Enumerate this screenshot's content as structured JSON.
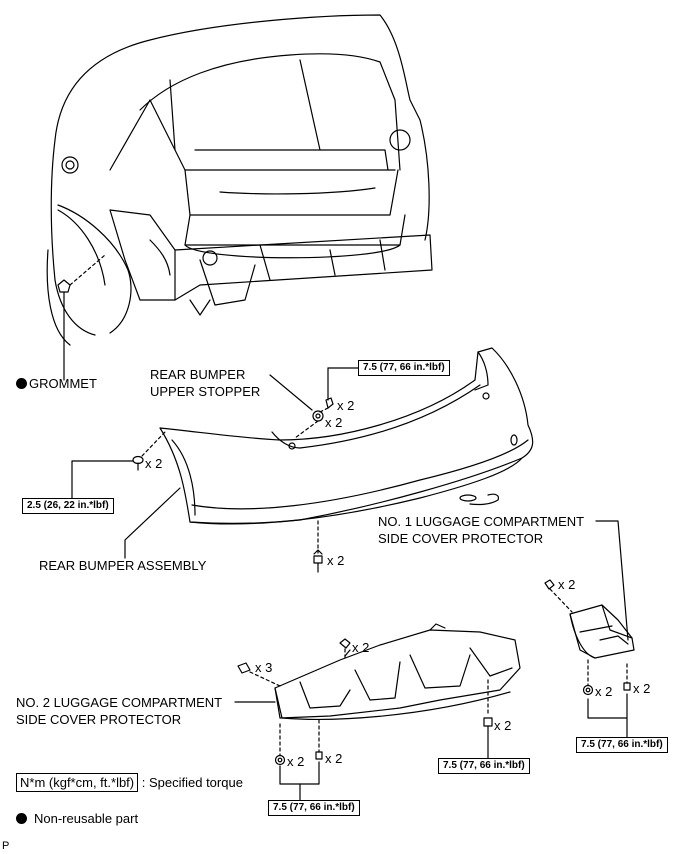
{
  "labels": {
    "grommet": "GROMMET",
    "upper_stopper_line1": "REAR BUMPER",
    "upper_stopper_line2": "UPPER STOPPER",
    "rear_bumper_assembly": "REAR BUMPER ASSEMBLY",
    "no1_protector_line1": "NO. 1 LUGGAGE COMPARTMENT",
    "no1_protector_line2": "SIDE COVER PROTECTOR",
    "no2_protector_line1": "NO. 2 LUGGAGE COMPARTMENT",
    "no2_protector_line2": "SIDE COVER PROTECTOR"
  },
  "quantities": {
    "stopper_bolt": "x 2",
    "stopper_clip": "x 2",
    "bumper_side_screw": "x 2",
    "bumper_bottom_screw": "x 2",
    "no1_top_screw": "x 2",
    "no1_left_clip": "x 2",
    "no1_right_screw": "x 2",
    "no2_top_screw": "x 2",
    "no2_left_screw": "x 3",
    "no2_bottom_clip": "x 2",
    "no2_bottom_screw": "x 2",
    "no2_right_screw": "x 2"
  },
  "torques": {
    "stopper": "7.5 (77, 66 in.*lbf)",
    "bumper_side": "2.5 (26, 22 in.*lbf)",
    "no2_center": "7.5 (77, 66 in.*lbf)",
    "no1": "7.5 (77, 66 in.*lbf)",
    "no2_bottom": "7.5 (77, 66 in.*lbf)"
  },
  "legend": {
    "torque_unit": "N*m (kgf*cm, ft.*lbf)",
    "torque_desc": ": Specified torque",
    "nonreusable_desc": "Non-reusable part"
  },
  "corner_mark": "P"
}
